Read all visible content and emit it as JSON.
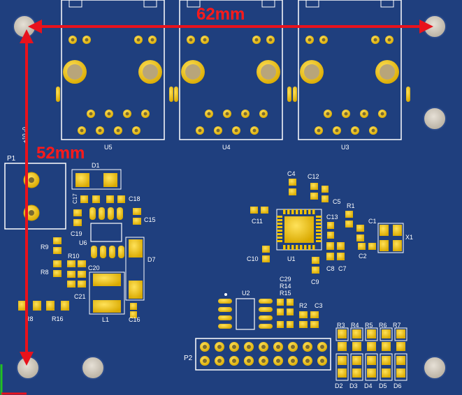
{
  "title": "PCB board layout view (3D)",
  "colors": {
    "board": "#1f3f7e",
    "silk": "#ffffff",
    "pad": "#f2c200",
    "pad_dark": "#caa000",
    "hole": "#d8d2c8",
    "hole_ring": "#c9a52e",
    "dimension": "#e8121c",
    "dim_text": "#ff1a1a"
  },
  "dimensions": {
    "width_label": "62mm",
    "height_label": "52mm"
  },
  "connectors": {
    "u5": "U5",
    "u4": "U4",
    "u3": "U3",
    "p1": "P1",
    "p2": "P2",
    "p1_side_text": "+10 -0"
  },
  "components": {
    "d1": "D1",
    "c17": "C17",
    "c18": "C18",
    "c15": "C15",
    "c19": "C19",
    "u6": "U6",
    "r9": "R9",
    "r10": "R10",
    "r8": "R8",
    "c20": "C20",
    "d7": "D7",
    "c21": "C21",
    "l1": "L1",
    "c16": "C16",
    "r16": "R16",
    "r8b": "R8",
    "c4": "C4",
    "c12": "C12",
    "c5": "C5",
    "r1": "R1",
    "c1": "C1",
    "x1": "X1",
    "c11": "C11",
    "c13": "C13",
    "u1": "U1",
    "c2": "C2",
    "c10": "C10",
    "c8": "C8",
    "c7": "C7",
    "c9": "C9",
    "c29": "C29",
    "r14": "R14",
    "r15": "R15",
    "r2": "R2",
    "c3": "C3",
    "u2": "U2",
    "r3": "R3",
    "r4": "R4",
    "r5": "R5",
    "r6": "R6",
    "r7": "R7",
    "d2": "D2",
    "d3": "D3",
    "d4": "D4",
    "d5": "D5",
    "d6": "D6"
  }
}
